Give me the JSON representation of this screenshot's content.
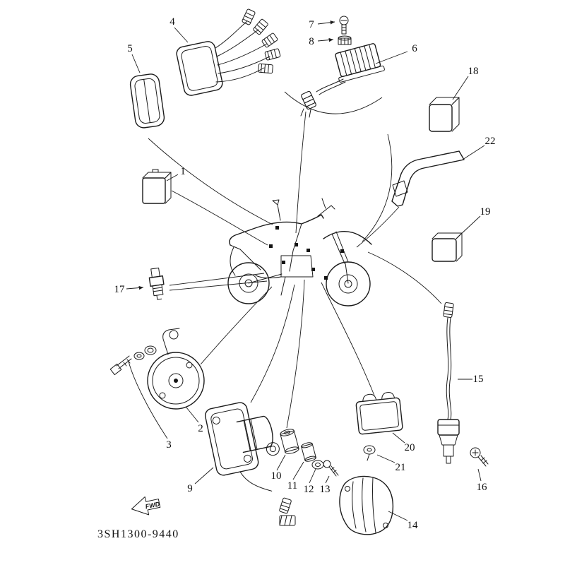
{
  "diagram": {
    "code": "3SH1300-9440",
    "fwd_label": "FWD",
    "background_color": "#ffffff",
    "line_color": "#1b1b1b",
    "callouts": [
      {
        "n": "1"
      },
      {
        "n": "2"
      },
      {
        "n": "3"
      },
      {
        "n": "4"
      },
      {
        "n": "5"
      },
      {
        "n": "6"
      },
      {
        "n": "7"
      },
      {
        "n": "8"
      },
      {
        "n": "9"
      },
      {
        "n": "10"
      },
      {
        "n": "11"
      },
      {
        "n": "12"
      },
      {
        "n": "13"
      },
      {
        "n": "14"
      },
      {
        "n": "15"
      },
      {
        "n": "16"
      },
      {
        "n": "17"
      },
      {
        "n": "18"
      },
      {
        "n": "19"
      },
      {
        "n": "20"
      },
      {
        "n": "21"
      },
      {
        "n": "22"
      }
    ]
  }
}
